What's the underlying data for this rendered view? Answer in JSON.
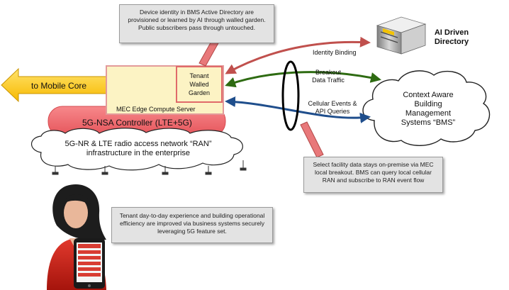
{
  "callouts": {
    "directory_note": "Device identity in BMS Active Directory are provisioned or learned by AI through walled garden. Public subscribers pass through untouched.",
    "breakout_note": "Select facility data stays on-premise via MEC local breakout. BMS can query local cellular RAN and subscribe to RAN event flow",
    "tenant_note": "Tenant day-to-day experience and building operational efficiency are improved via business systems securely leveraging 5G feature set."
  },
  "nodes": {
    "mobile_core": "to Mobile Core",
    "mec_server": "MEC Edge Compute Server",
    "walled_garden_line1": "Tenant",
    "walled_garden_line2": "Walled",
    "walled_garden_line3": "Garden",
    "controller": "5G-NSA Controller (LTE+5G)",
    "ran_line1": "5G-NR & LTE radio access network “RAN”",
    "ran_line2": "infrastructure in the enterprise",
    "directory_line1": "AI Driven",
    "directory_line2": "Directory",
    "bms_line1": "Context Aware",
    "bms_line2": "Building",
    "bms_line3": "Management",
    "bms_line4": "Systems “BMS”"
  },
  "connections": {
    "identity_binding": "Identity Binding",
    "breakout_line1": "Breakout",
    "breakout_line2": "Data Traffic",
    "cellular_line1": "Cellular Events &",
    "cellular_line2": "API Queries"
  },
  "icons": [
    "server-icon",
    "tenant-person-icon",
    "tablet-icon",
    "radio-antenna-icon"
  ],
  "colors": {
    "identity_arrow": "#c0504d",
    "breakout_arrow": "#2e6b12",
    "cellular_arrow": "#1f4e8c",
    "mec_fill": "#fcf3c4",
    "mec_border": "#e39a9a",
    "controller_fill": "#f26b6f",
    "mobile_core_fill": "#ffd12b"
  }
}
